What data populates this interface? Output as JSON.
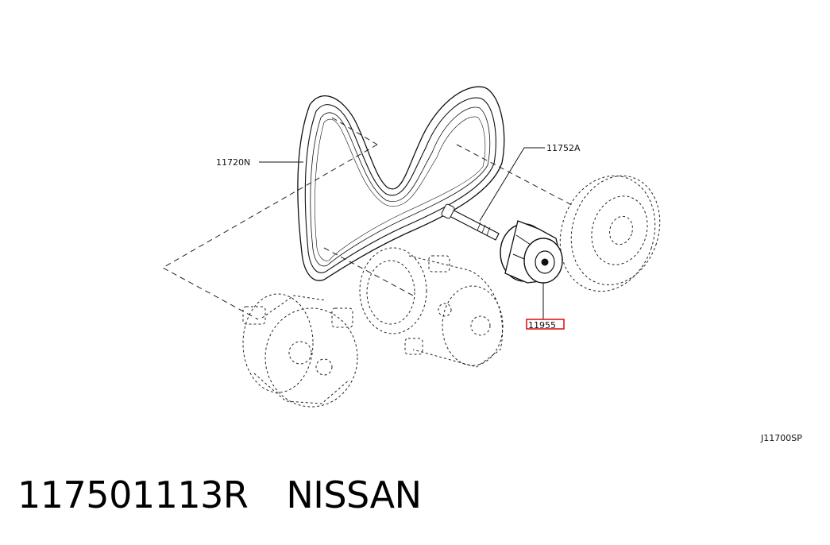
{
  "diagram": {
    "labels": {
      "belt": "11720N",
      "bolt": "11752A",
      "tensioner": "11955",
      "drawing_code": "J11700SP"
    },
    "highlight_color": "#e0181b"
  },
  "caption": {
    "part_number": "117501113R",
    "brand": "NISSAN"
  }
}
